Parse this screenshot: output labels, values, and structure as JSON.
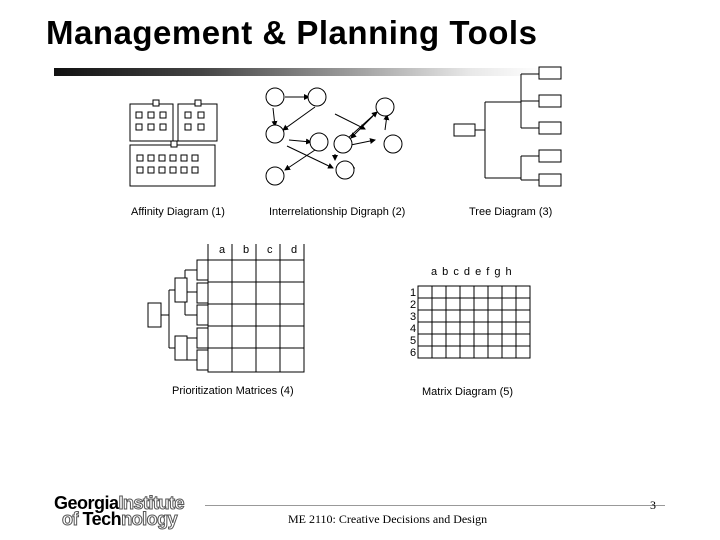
{
  "title": "Management & Planning Tools",
  "captions": {
    "affinity": "Affinity Diagram (1)",
    "interrelationship": "Interrelationship Digraph (2)",
    "tree": "Tree Diagram (3)",
    "prioritization": "Prioritization Matrices (4)",
    "matrix": "Matrix Diagram (5)"
  },
  "prioritization_columns": [
    "a",
    "b",
    "c",
    "d"
  ],
  "matrix_columns": "a b c d e f g h",
  "matrix_rows": [
    "1",
    "2",
    "3",
    "4",
    "5",
    "6"
  ],
  "footer": {
    "logo_line1_a": "Georgia",
    "logo_line1_b": "Institute",
    "logo_line2_a": "of ",
    "logo_line2_b": "Tech",
    "logo_line2_c": "nology",
    "course": "ME 2110: Creative Decisions and Design",
    "page_number": "3"
  }
}
